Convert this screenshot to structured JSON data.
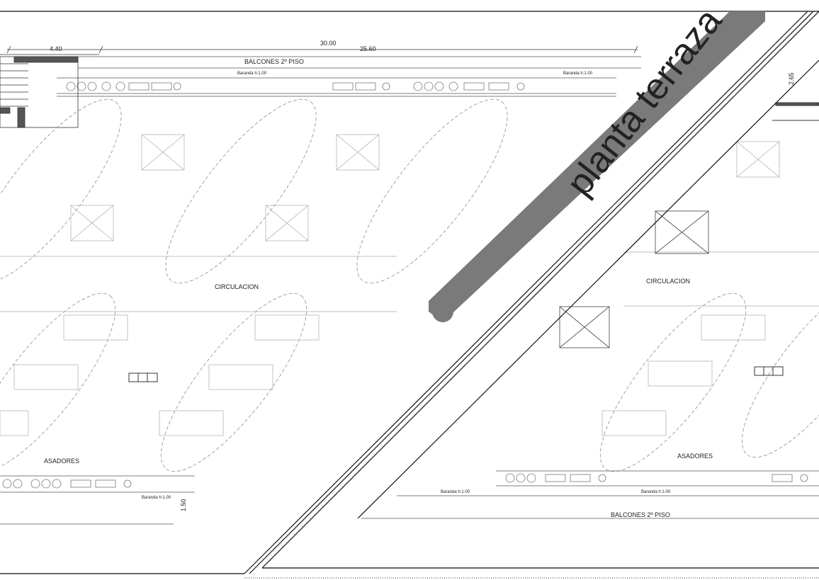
{
  "dimensions": {
    "total_width": "30.00",
    "left_bay": "4.40",
    "right_span": "25.60",
    "balcony_depth_bottom": "1.50",
    "right_stair_dim": "2.65"
  },
  "labels": {
    "balcones_top": "BALCONES 2º PISO",
    "balcones_bottom": "BALCONES 2º PISO",
    "baranda_1": "Baranda h:1.00",
    "baranda_2": "Baranda h:1.00",
    "baranda_3": "Baranda h:1.00",
    "baranda_4": "Baranda h:1.00",
    "baranda_5": "Baranda h:1.00",
    "circulacion_1": "CIRCULACION",
    "circulacion_2": "CIRCULACION",
    "asadores_1": "ASADORES",
    "asadores_2": "ASADORES"
  },
  "title": "planta terraza",
  "colors": {
    "line": "#333333",
    "light_line": "#9a9a9a",
    "title_band": "#7a7a7a",
    "title_text": "#1a1a1a",
    "background": "#ffffff"
  }
}
